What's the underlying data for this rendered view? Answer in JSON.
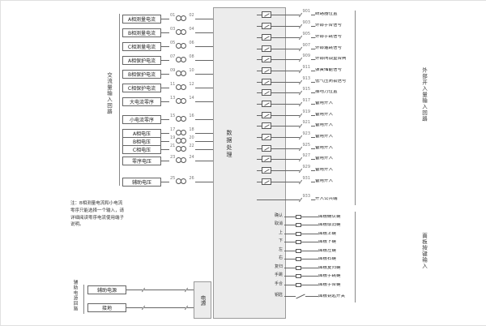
{
  "note": "注：B相测量电流和小电流零序只能选择一个输入，请详细阅读零序电流使用端子说明。",
  "center": {
    "label": "数据处理"
  },
  "power": {
    "label": "电源"
  },
  "ac": {
    "group_label": "交流量输入回路",
    "rows": [
      {
        "label": "A相测量电流",
        "t1": "01",
        "t2": "02"
      },
      {
        "label": "B相测量电流",
        "t1": "03",
        "t2": "04"
      },
      {
        "label": "C相测量电流",
        "t1": "05",
        "t2": "06"
      },
      {
        "label": "A相保护电流",
        "t1": "07",
        "t2": "08"
      },
      {
        "label": "B相保护电流",
        "t1": "09",
        "t2": "10"
      },
      {
        "label": "C相保护电流",
        "t1": "11",
        "t2": "12"
      },
      {
        "label": "大电流零序",
        "t1": "13",
        "t2": "14"
      },
      {
        "label": "小电流零序",
        "t1": "15",
        "t2": "16"
      },
      {
        "label": "A相电压",
        "t1": "17",
        "t2": "18"
      },
      {
        "label": "B相电压",
        "t1": "19",
        "t2": "20"
      },
      {
        "label": "C相电压",
        "t1": "21",
        "t2": "22"
      },
      {
        "label": "零序电压",
        "t1": "23",
        "t2": "24"
      },
      {
        "label": "辅助电压",
        "t1": "25",
        "t2": "26"
      }
    ]
  },
  "di": {
    "group_label": "外部开入量输入回路",
    "rows": [
      {
        "label": "断路器位置",
        "terminal": "901"
      },
      {
        "label": "外部手合信号",
        "terminal": "903"
      },
      {
        "label": "外部手跳信号",
        "terminal": "905"
      },
      {
        "label": "外部遥跳信号",
        "terminal": "907"
      },
      {
        "label": "外部闭锁重合闸",
        "terminal": "909"
      },
      {
        "label": "弹簧储能信号",
        "terminal": "911"
      },
      {
        "label": "低气压闭锁信号",
        "terminal": "913"
      },
      {
        "label": "接地刀位置",
        "terminal": "915"
      },
      {
        "label": "备用开入",
        "terminal": "917"
      },
      {
        "label": "备用开入",
        "terminal": "919"
      },
      {
        "label": "备用开入",
        "terminal": "921"
      },
      {
        "label": "备用开入",
        "terminal": "923"
      },
      {
        "label": "备用开入",
        "terminal": "925"
      },
      {
        "label": "备用开入",
        "terminal": "927"
      },
      {
        "label": "备用开入",
        "terminal": "929"
      },
      {
        "label": "备用开入",
        "terminal": "931"
      }
    ],
    "common": {
      "label": "开入公共端",
      "terminal": "933"
    }
  },
  "keys": {
    "group_label": "面板按键输入",
    "rows": [
      {
        "key": "确认",
        "label": "面板确认键"
      },
      {
        "key": "取消",
        "label": "面板取消键"
      },
      {
        "key": "上",
        "label": "面板上键"
      },
      {
        "key": "下",
        "label": "面板下键"
      },
      {
        "key": "左",
        "label": "面板左键"
      },
      {
        "key": "右",
        "label": "面板右键"
      },
      {
        "key": "复归",
        "label": "面板复归键"
      },
      {
        "key": "手跳",
        "label": "面板手跳键"
      },
      {
        "key": "手合",
        "label": "面板手合键"
      }
    ],
    "switch": {
      "key": "钥匙",
      "label": "面板钥匙开关"
    }
  },
  "aux": {
    "group_label": "辅助电源回路",
    "rows": [
      {
        "label": "辅助电源"
      },
      {
        "label": "接地"
      }
    ]
  }
}
